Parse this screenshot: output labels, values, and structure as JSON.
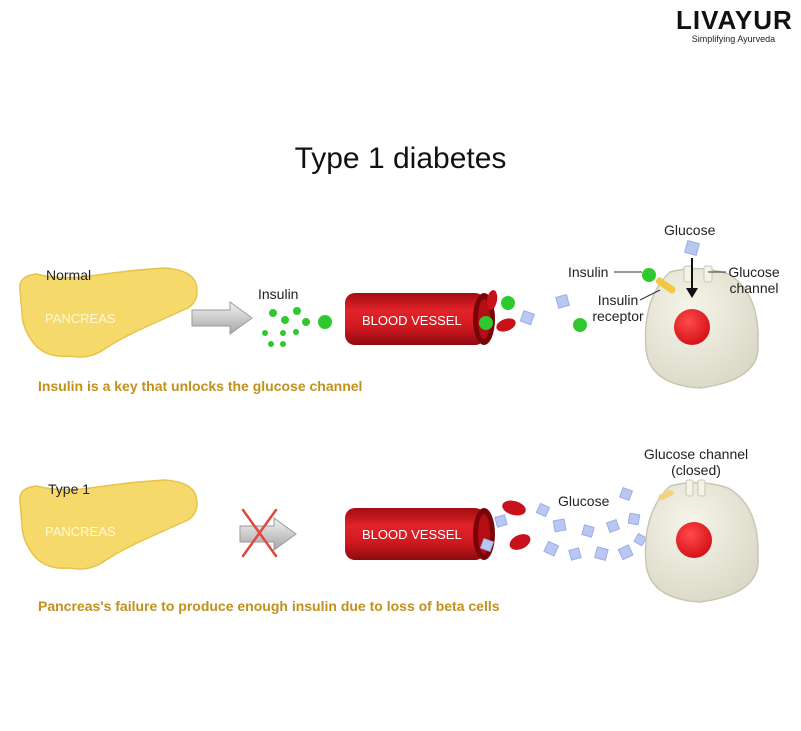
{
  "brand": {
    "name": "LIVAYUR",
    "tagline": "Simplifying Ayurveda"
  },
  "title": "Type 1 diabetes",
  "normal": {
    "heading": "Normal",
    "pancreas_label": "PANCREAS",
    "insulin_label": "Insulin",
    "vessel_label": "BLOOD VESSEL",
    "glucose_label": "Glucose",
    "cell_insulin_label": "Insulin",
    "receptor_label": "Insulin receptor",
    "channel_label": "Glucose channel",
    "caption": "Insulin is a key that unlocks the glucose channel"
  },
  "type1": {
    "heading": "Type 1",
    "pancreas_label": "PANCREAS",
    "vessel_label": "BLOOD VESSEL",
    "glucose_label": "Glucose",
    "channel_label": "Glucose channel",
    "channel_state": "(closed)",
    "caption": "Pancreas's failure to produce  enough insulin due to loss of beta cells"
  },
  "colors": {
    "pancreas": "#f5d96a",
    "vessel": "#c8111a",
    "insulin": "#2fc92f",
    "glucose": "#b9c7f2",
    "cell": "#ecebdc",
    "nucleus": "#e8141a",
    "caption": "#c4901c"
  }
}
